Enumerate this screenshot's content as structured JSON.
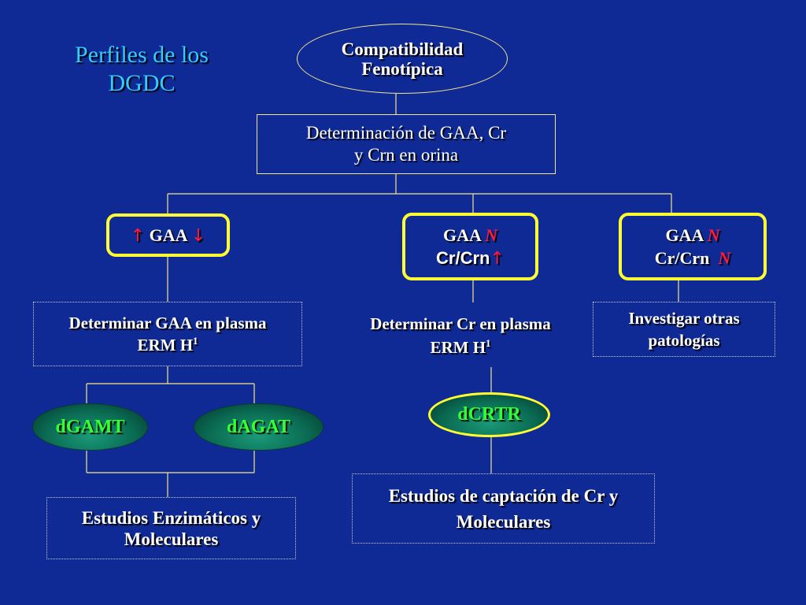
{
  "title": {
    "line1": "Perfiles de los",
    "line2": "DGDC"
  },
  "root": {
    "line1": "Compatibilidad",
    "line2": "Fenotípica"
  },
  "determination": {
    "line1": "Determinación de GAA, Cr",
    "line2": "y Crn en orina"
  },
  "branch_left": {
    "arrow_up": "↑",
    "label": "GAA",
    "arrow_down": "↓"
  },
  "branch_mid": {
    "line1_text": "GAA",
    "line1_flag": "N",
    "line2_text": "Cr/Crn",
    "line2_arrow": "↑"
  },
  "branch_right": {
    "line1_text": "GAA",
    "line1_flag": "N",
    "line2_text": "Cr/Crn",
    "line2_flag": "N"
  },
  "plasma_gaa": {
    "line1": "Determinar GAA en plasma",
    "line2": "ERM H",
    "sup": "1"
  },
  "plasma_cr": {
    "line1": "Determinar Cr en plasma",
    "line2": "ERM H",
    "sup": "1"
  },
  "other": {
    "line1": "Investigar otras",
    "line2": "patologías"
  },
  "diagnoses": {
    "dgamt": "dGAMT",
    "dagat": "dAGAT",
    "dcrtr": "dCRTR"
  },
  "studies_left": {
    "line1": "Estudios Enzimáticos y",
    "line2": "Moleculares"
  },
  "studies_right": {
    "line1": "Estudios de captación de Cr y",
    "line2": "Moleculares"
  },
  "colors": {
    "background": "#0f2a94",
    "title": "#33ccff",
    "connector": "#f2e68a",
    "highlight_border": "#ffff33",
    "alert": "#ff1a3c",
    "diagnosis_text": "#33ff33",
    "diagnosis_fill": "#0a6a52"
  }
}
